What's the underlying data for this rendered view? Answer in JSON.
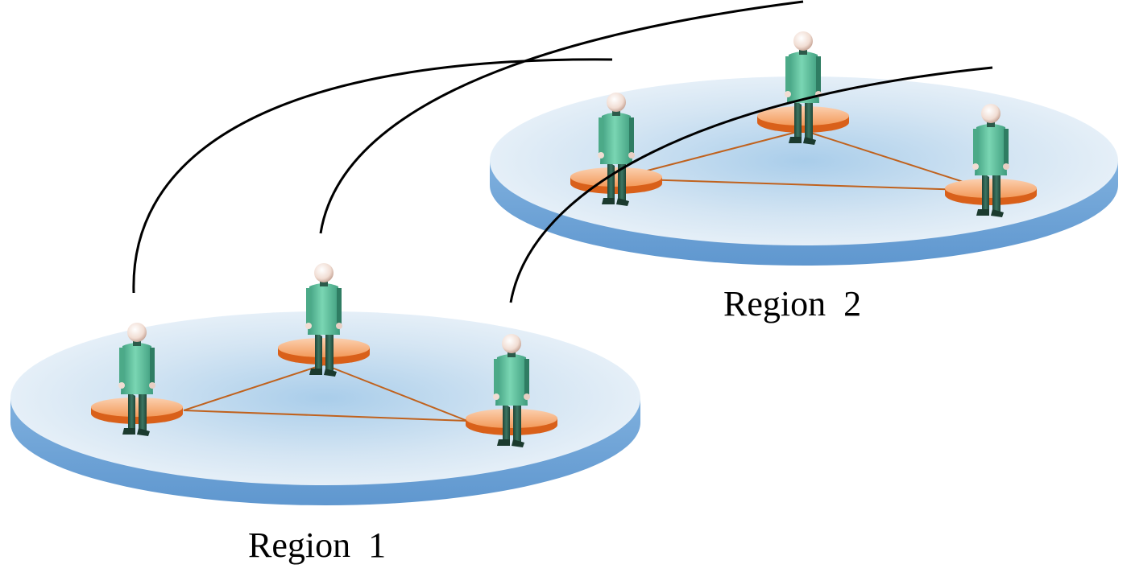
{
  "regions": [
    {
      "id": "r1",
      "label": "Region  1"
    },
    {
      "id": "r2",
      "label": "Region  2"
    }
  ],
  "colors": {
    "platform_top_edge": "#d6e6f3",
    "platform_top_center": "#a9cdea",
    "platform_side": "#6fa5d8",
    "pedestal_top": "#f7b98a",
    "pedestal_side": "#e06a1c",
    "intra_link": "#c0621e",
    "inter_link": "#000000",
    "person_shirt": "#6fcfa8",
    "person_shirt_shadow": "#2f7d63",
    "person_pants": "#2c5a4a",
    "person_head": "#f3e3dc"
  },
  "icons": [
    "person-icon",
    "pedestal-icon",
    "platform-disc"
  ]
}
